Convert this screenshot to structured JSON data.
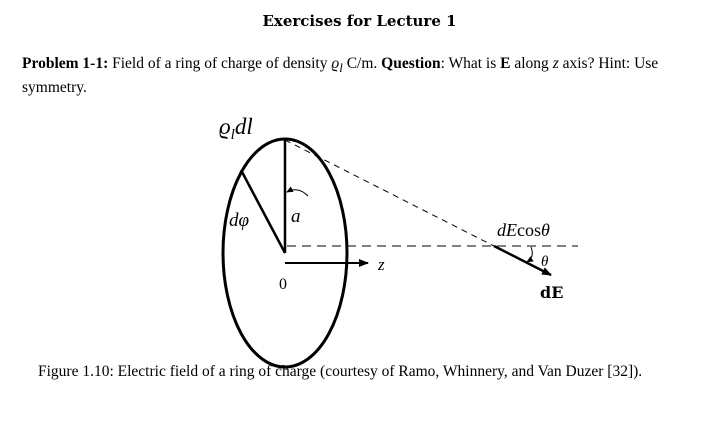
{
  "heading": "Exercises for Lecture 1",
  "problem": {
    "label": "Problem 1-1:",
    "text_1": " Field of a ring of charge of density ",
    "rho_symbol": "ϱ",
    "rho_sub": "l",
    "text_2": " C/m. ",
    "question_label": "Question",
    "text_3": ": What is ",
    "E_symbol": "E",
    "text_4": " along ",
    "z_symbol": "z",
    "text_5": " axis? Hint: Use symmetry."
  },
  "figure": {
    "label_charge_element": "ϱ",
    "label_charge_sub": "l",
    "label_charge_dl": "dl",
    "label_dphi": "dφ",
    "label_a": "a",
    "label_z": "z",
    "label_origin": "0",
    "label_dEcos": "dE",
    "label_cos": "cos",
    "label_theta_cos": "θ",
    "label_theta": "θ",
    "label_dE": "dE"
  },
  "caption": "Figure 1.10: Electric field of a ring of charge (courtesy of Ramo, Whinnery, and Van Duzer [32])."
}
